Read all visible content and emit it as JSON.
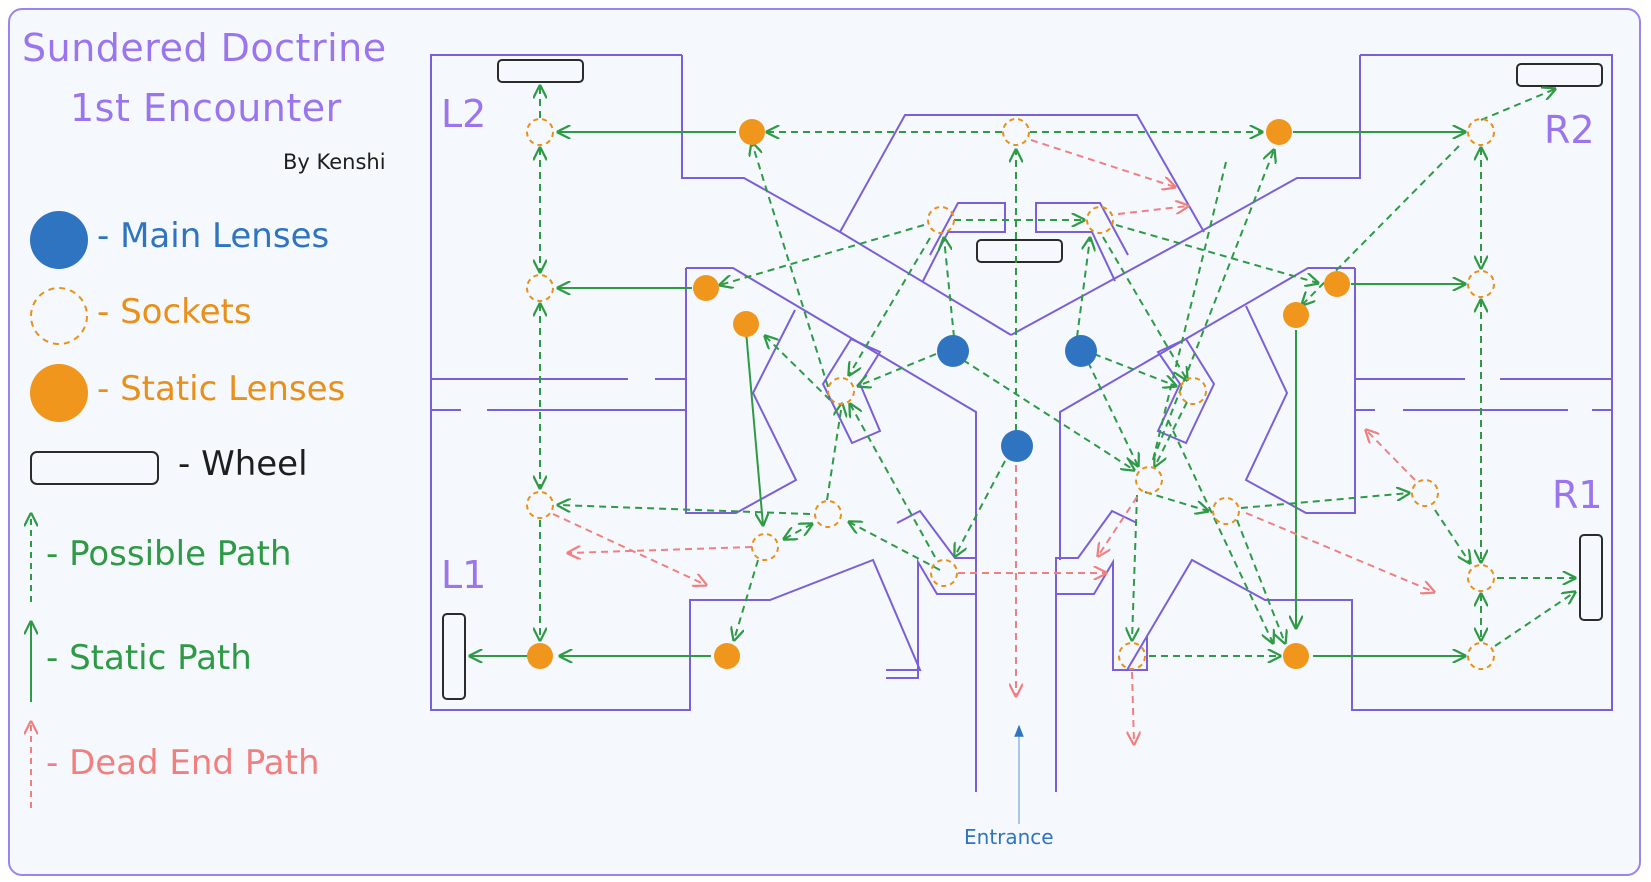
{
  "header": {
    "title_line1": "Sundered Doctrine",
    "title_line2": "1st Encounter",
    "byline": "By Kenshi"
  },
  "legend": {
    "items": [
      {
        "label": "- Main Lenses",
        "icon": "main-lens-icon",
        "color": "#2f74c0"
      },
      {
        "label": "- Sockets",
        "icon": "socket-icon",
        "color": "#e8901a"
      },
      {
        "label": "- Static Lenses",
        "icon": "static-lens-icon",
        "color": "#e8901a"
      },
      {
        "label": "- Wheel",
        "icon": "wheel-icon",
        "color": "#1e1e1e"
      },
      {
        "label": "- Possible Path",
        "icon": "possible-path-arrow-icon",
        "color": "#2f9a46"
      },
      {
        "label": "- Static Path",
        "icon": "static-path-arrow-icon",
        "color": "#2f9a46"
      },
      {
        "label": "- Dead End Path",
        "icon": "dead-end-path-arrow-icon",
        "color": "#f08080"
      }
    ]
  },
  "rooms": {
    "l2": "L2",
    "r2": "R2",
    "l1": "L1",
    "r1": "R1"
  },
  "entrance_label": "Entrance",
  "colors": {
    "wall": "#7a5fd8",
    "main_lens": "#2f74c0",
    "static_lens": "#f0961c",
    "socket": "#e8901a",
    "possible_path": "#2f9a46",
    "static_path": "#2f9a46",
    "dead_end_path": "#f08080",
    "wheel": "#2b2b2b",
    "entrance_arrow": "#2f74c0"
  }
}
